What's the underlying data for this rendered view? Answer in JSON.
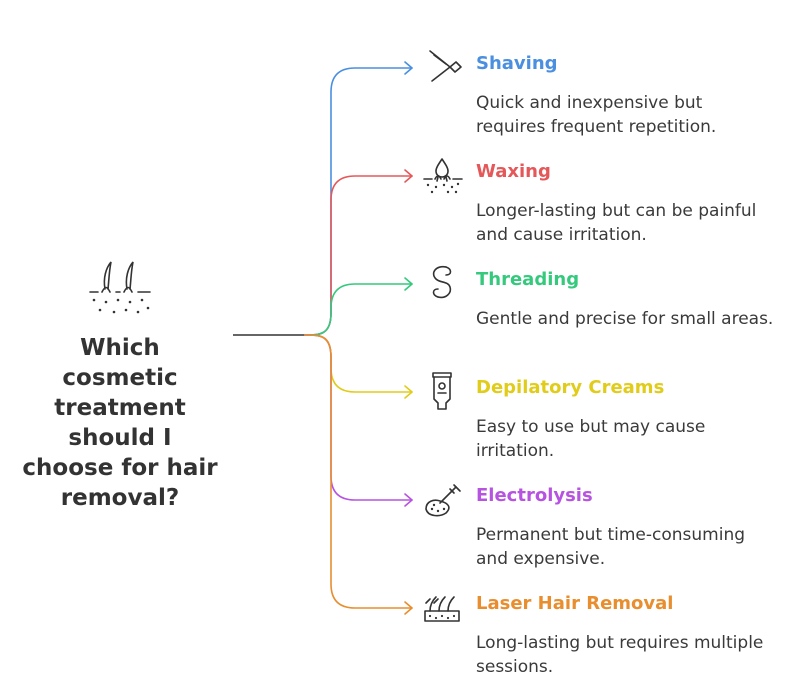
{
  "question": "Which cosmetic treatment should I choose for hair removal?",
  "colors": {
    "stem": "#333333",
    "shaving": "#4a8fe0",
    "waxing": "#e5585a",
    "threading": "#35c97d",
    "creams": "#e0cc19",
    "electrolysis": "#b653e0",
    "laser": "#e88e2e"
  },
  "branches": [
    {
      "title": "Shaving",
      "description": "Quick and inexpensive but requires frequent repetition.",
      "icon": "razor-icon",
      "color": "#4a8fe0"
    },
    {
      "title": "Waxing",
      "description": "Longer-lasting but can be painful and cause irritation.",
      "icon": "wax-drop-icon",
      "color": "#e5585a"
    },
    {
      "title": "Threading",
      "description": "Gentle and precise for small areas.",
      "icon": "thread-icon",
      "color": "#35c97d"
    },
    {
      "title": "Depilatory Creams",
      "description": "Easy to use but may cause irritation.",
      "icon": "cream-tube-icon",
      "color": "#e0cc19"
    },
    {
      "title": "Electrolysis",
      "description": "Permanent but time-consuming and expensive.",
      "icon": "electrolysis-needle-icon",
      "color": "#b653e0"
    },
    {
      "title": "Laser Hair Removal",
      "description": "Long-lasting but requires multiple sessions.",
      "icon": "laser-hair-icon",
      "color": "#e88e2e"
    }
  ]
}
